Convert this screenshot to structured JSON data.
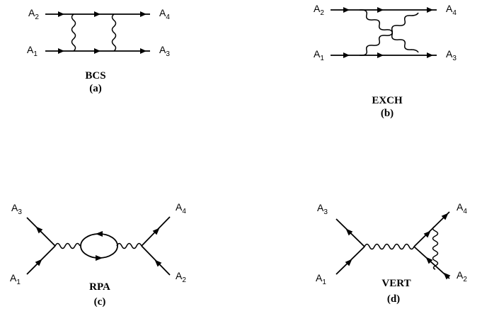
{
  "diagrams": {
    "a": {
      "name": "BCS",
      "letter": "(a)",
      "labels": {
        "a1": {
          "main": "A",
          "sub": "1"
        },
        "a2": {
          "main": "A",
          "sub": "2"
        },
        "a3": {
          "main": "A",
          "sub": "3"
        },
        "a4": {
          "main": "A",
          "sub": "4"
        }
      }
    },
    "b": {
      "name": "EXCH",
      "letter": "(b)",
      "labels": {
        "a1": {
          "main": "A",
          "sub": "1"
        },
        "a2": {
          "main": "A",
          "sub": "2"
        },
        "a3": {
          "main": "A",
          "sub": "3"
        },
        "a4": {
          "main": "A",
          "sub": "4"
        }
      }
    },
    "c": {
      "name": "RPA",
      "letter": "(c)",
      "labels": {
        "a1": {
          "main": "A",
          "sub": "1"
        },
        "a2": {
          "main": "A",
          "sub": "2"
        },
        "a3": {
          "main": "A",
          "sub": "3"
        },
        "a4": {
          "main": "A",
          "sub": "4"
        }
      }
    },
    "d": {
      "name": "VERT",
      "letter": "(d)",
      "labels": {
        "a1": {
          "main": "A",
          "sub": "1"
        },
        "a2": {
          "main": "A",
          "sub": "2"
        },
        "a3": {
          "main": "A",
          "sub": "3"
        },
        "a4": {
          "main": "A",
          "sub": "4"
        }
      }
    }
  }
}
